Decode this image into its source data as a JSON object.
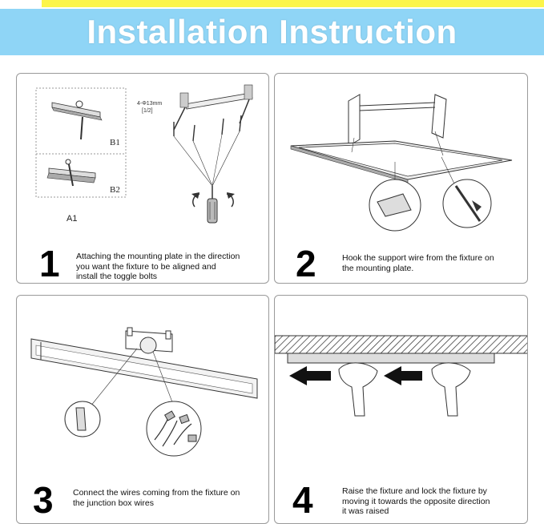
{
  "header": {
    "title": "Installation Instruction"
  },
  "colors": {
    "banner": "#8fd5f6",
    "stripe": "#fcf54a",
    "border": "#9a9a9a"
  },
  "steps": [
    {
      "number": "1",
      "text": "Attaching the mounting plate in the direction\nyou want the fixture to be aligned and\ninstall the toggle bolts"
    },
    {
      "number": "2",
      "text": "Hook the support wire from the fixture on\nthe mounting plate."
    },
    {
      "number": "3",
      "text": "Connect the wires coming from the fixture on\nthe junction box wires"
    },
    {
      "number": "4",
      "text": "Raise the fixture and lock the fixture by\nmoving it towards the opposite direction\nit was raised"
    }
  ],
  "diagram1": {
    "label_b1": "B1",
    "label_b2": "B2",
    "label_a1": "A1",
    "dim_label": "4-Φ13mm",
    "dim_sub": "[1/2]"
  }
}
